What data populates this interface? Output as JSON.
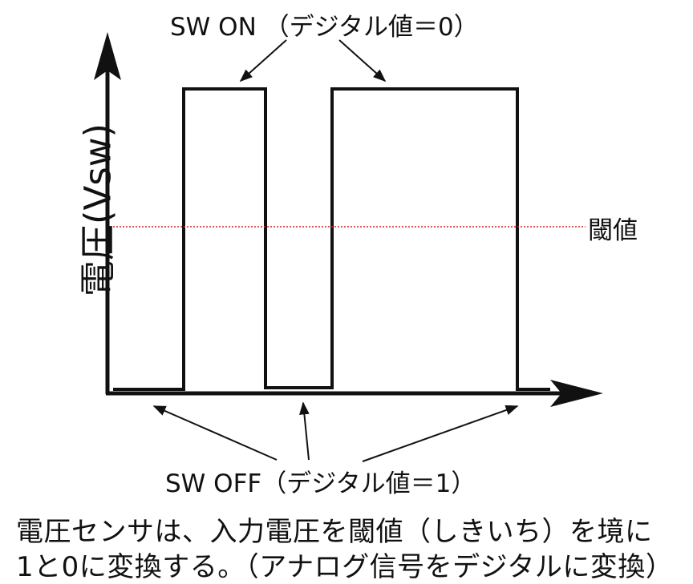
{
  "diagram": {
    "y_axis_label": "電圧(Vsw)",
    "threshold_label": "閾値",
    "on_label": "SW ON （デジタル値＝0）",
    "off_label": "SW OFF（デジタル値＝1）",
    "description_line1": "電圧センサは、入力電圧を閾値（しきいち）を境に",
    "description_line2": "1と0に変換する。（アナログ信号をデジタルに変換）",
    "colors": {
      "line": "#111111",
      "threshold": "#cc2222"
    }
  }
}
